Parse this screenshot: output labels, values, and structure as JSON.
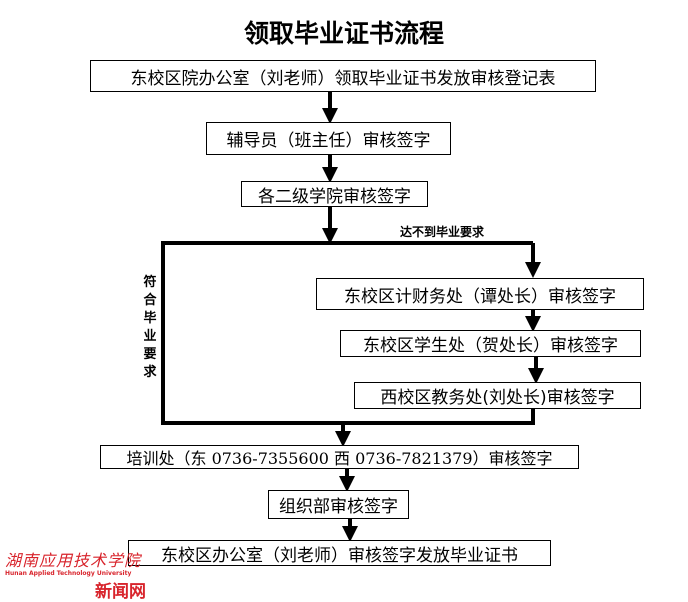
{
  "title": "领取毕业证书流程",
  "steps": [
    "东校区院办公室（刘老师）领取毕业证书发放审核登记表",
    "辅导员（班主任）审核签字",
    "各二级学院审核签字",
    "东校区计财务处（谭处长）审核签字",
    "东校区学生处（贺处长）审核签字",
    "西校区教务处(刘处长)审核签字",
    "培训处（东 0736-7355600  西 0736-7821379）审核签字",
    "组织部审核签字",
    "东校区办公室（刘老师）审核签字发放毕业证书"
  ],
  "branch_labels": {
    "not_met": "达不到毕业要求",
    "met": "符合毕业要求"
  },
  "watermark": {
    "school": "湖南应用技术学院",
    "english": "Hunan Applied Technology University",
    "site": "新闻网"
  },
  "colors": {
    "watermark": "#d8242c"
  }
}
